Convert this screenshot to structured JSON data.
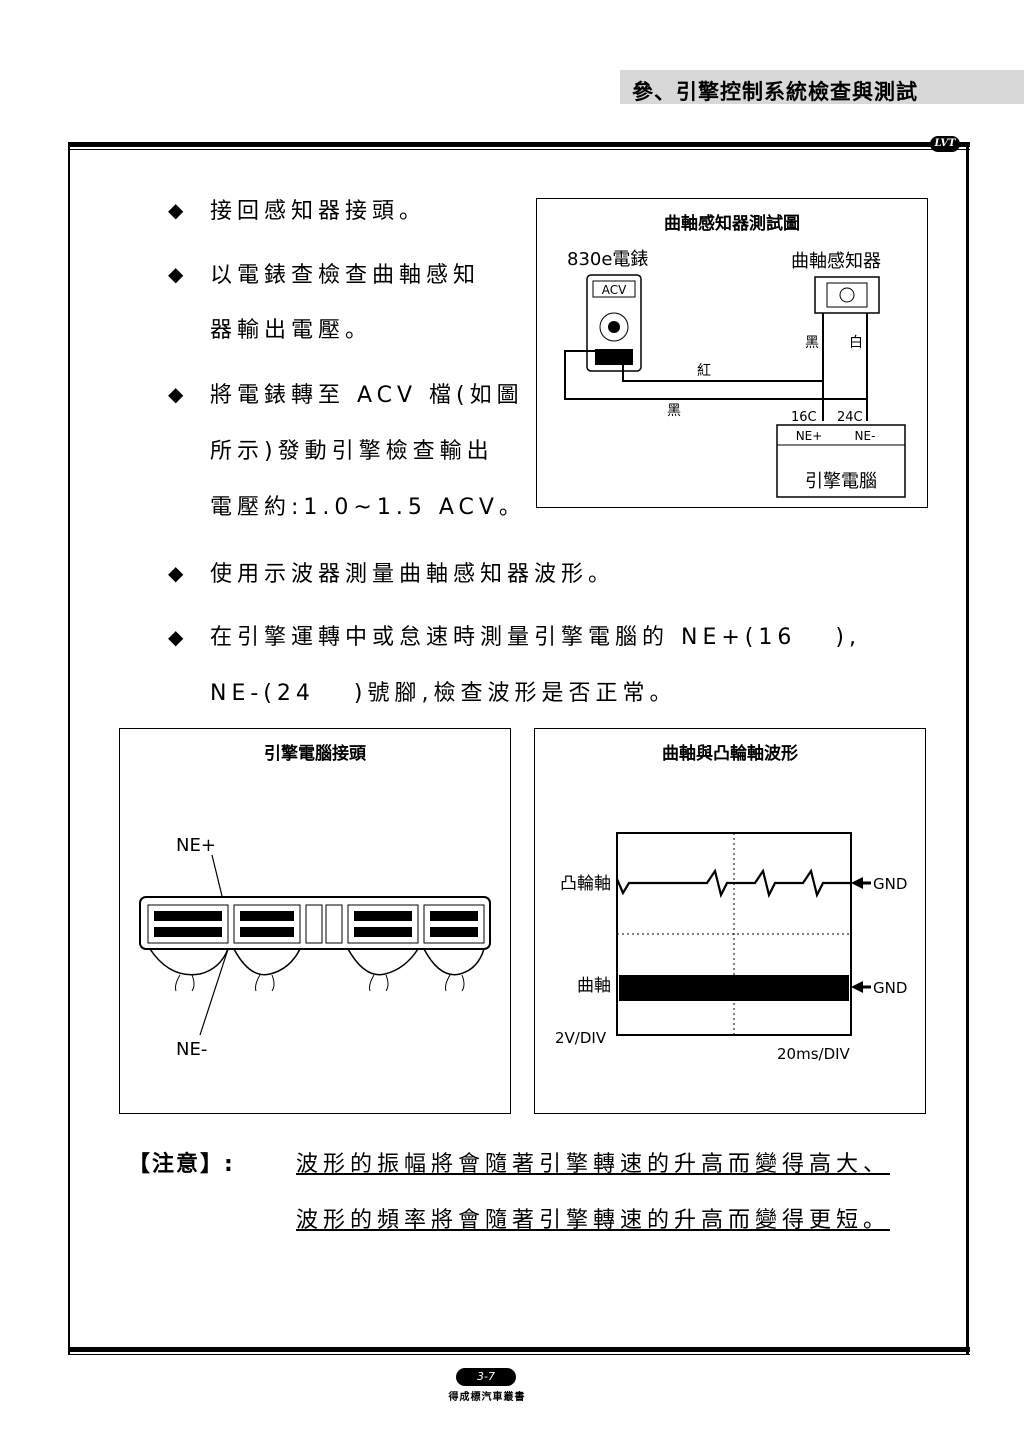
{
  "header": {
    "title": "參、引擎控制系統檢查與測試"
  },
  "logo_text": "LVT",
  "bullets": [
    {
      "lines": [
        "接回感知器接頭。"
      ]
    },
    {
      "lines": [
        "以電錶查檢查曲軸感知",
        "器輸出電壓。"
      ]
    },
    {
      "lines": [
        "將電錶轉至 ACV 檔(如圖",
        "所示)發動引擎檢查輸出",
        "電壓約:1.0~1.5 ACV。"
      ]
    },
    {
      "lines": [
        "使用示波器測量曲軸感知器波形。"
      ]
    },
    {
      "lines": [
        "在引擎運轉中或怠速時測量引擎電腦的 NE+(16　 ),",
        "NE-(24　 )號腳,檢查波形是否正常。"
      ]
    }
  ],
  "figure_meter": {
    "title": "曲軸感知器測試圖",
    "meter_label": "830e電錶",
    "meter_mode": "ACV",
    "sensor_label": "曲軸感知器",
    "wire_black": "黑",
    "wire_white": "白",
    "wire_red": "紅",
    "wire_black2": "黑",
    "pin1": "16C",
    "pin2": "24C",
    "pin1_name": "NE+",
    "pin2_name": "NE-",
    "ecu_label": "引擎電腦"
  },
  "figure_connector": {
    "title": "引擎電腦接頭",
    "label_top": "NE+",
    "label_bottom": "NE-"
  },
  "figure_wave": {
    "title": "曲軸與凸輪軸波形",
    "cam_label": "凸輪軸",
    "crank_label": "曲軸",
    "gnd1": "GND",
    "gnd2": "GND",
    "vdiv": "2V/DIV",
    "tdiv": "20ms/DIV"
  },
  "note": {
    "label": "【注意】:",
    "lines": [
      "波形的振幅將會隨著引擎轉速的升高而變得高大、",
      "波形的頻率將會隨著引擎轉速的升高而變得更短。"
    ]
  },
  "footer": {
    "page": "3-7",
    "publisher": "得成標汽車叢書"
  }
}
